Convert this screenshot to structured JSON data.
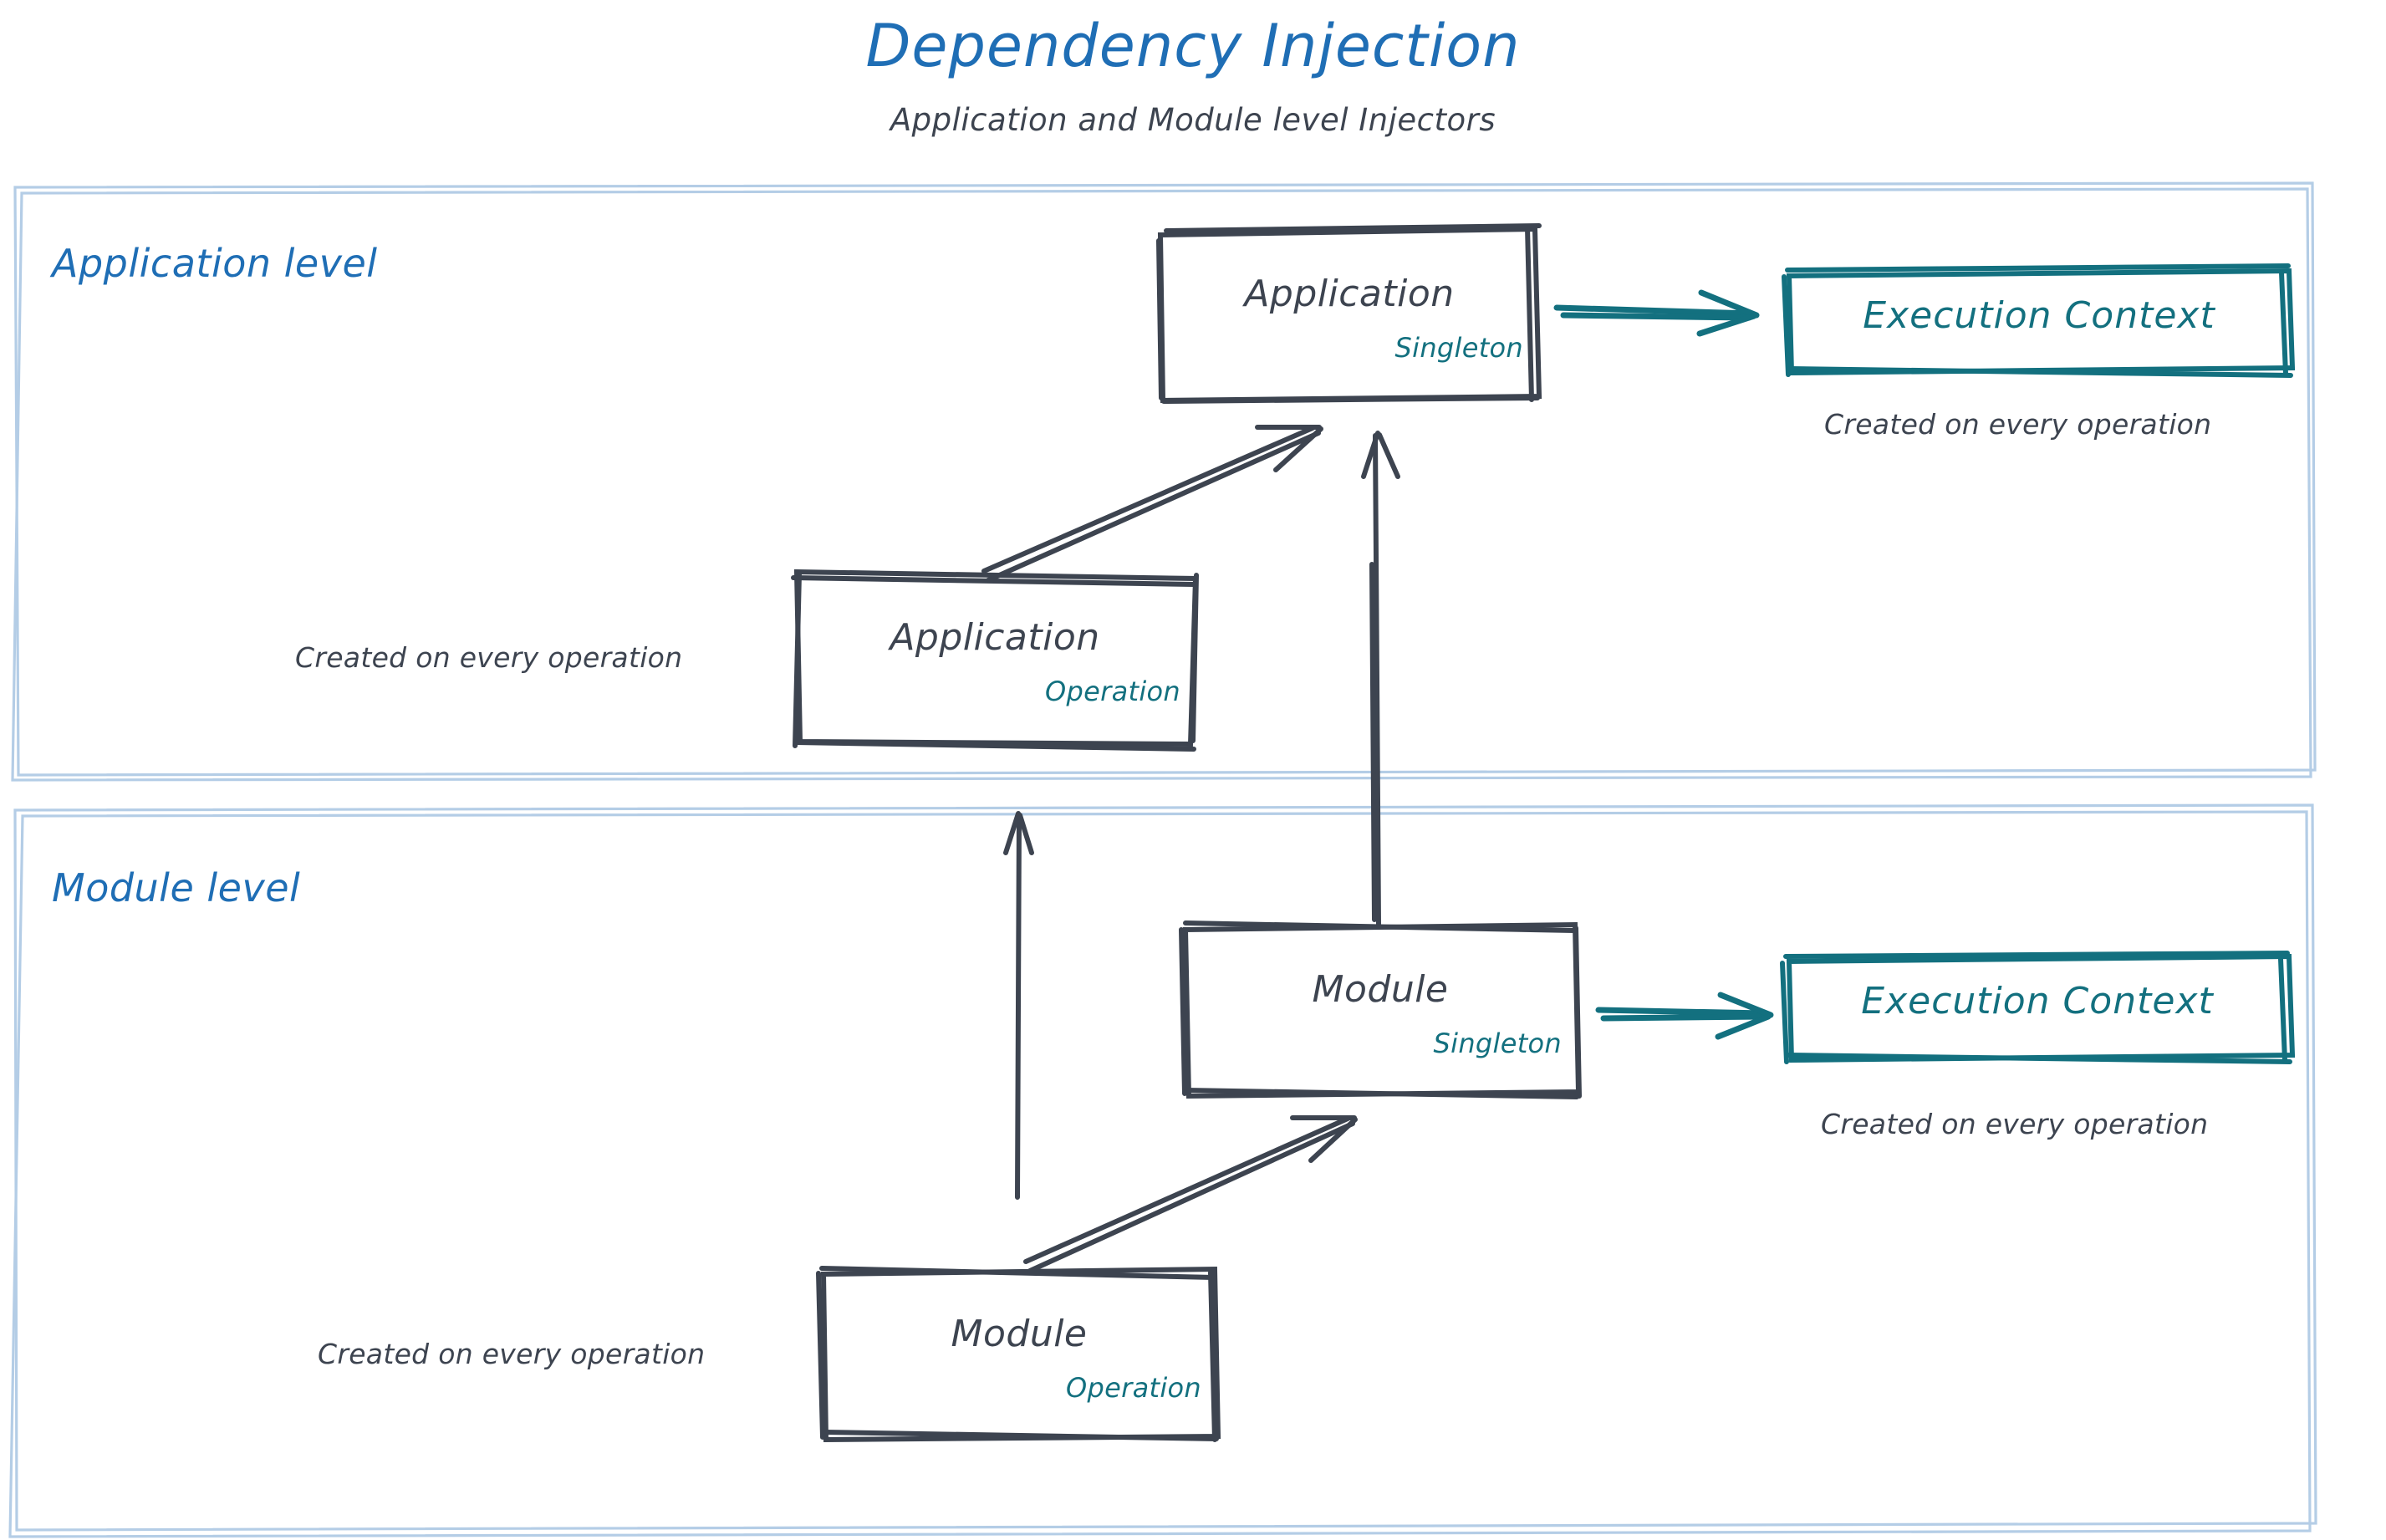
{
  "header": {
    "title": "Dependency Injection",
    "subtitle": "Application and Module level Injectors"
  },
  "colors": {
    "title_blue": "#1f6eb5",
    "lane_border": "#b4cde6",
    "node_stroke": "#3d4450",
    "node_text": "#3d4450",
    "accent_teal": "#13707f",
    "background": "#ffffff"
  },
  "lanes": [
    {
      "id": "application-level",
      "label": "Application level"
    },
    {
      "id": "module-level",
      "label": "Module level"
    }
  ],
  "nodes": {
    "application_singleton": {
      "title": "Application",
      "scope": "Singleton"
    },
    "application_operation": {
      "title": "Application",
      "scope": "Operation"
    },
    "module_singleton": {
      "title": "Module",
      "scope": "Singleton"
    },
    "module_operation": {
      "title": "Module",
      "scope": "Operation"
    },
    "execution_context_app": {
      "title": "Execution Context"
    },
    "execution_context_module": {
      "title": "Execution Context"
    }
  },
  "notes": {
    "app_ctx_note": "Created on every operation",
    "app_op_note": "Created on every operation",
    "module_ctx_note": "Created on every operation",
    "module_op_note": "Created on every operation"
  },
  "edges": [
    {
      "id": "app-singleton-to-execution-context",
      "from": "application_singleton",
      "to": "execution_context_app",
      "color": "#13707f"
    },
    {
      "id": "app-operation-to-app-singleton",
      "from": "application_operation",
      "to": "application_singleton",
      "color": "#3d4450"
    },
    {
      "id": "module-singleton-to-app-singleton",
      "from": "module_singleton",
      "to": "application_singleton",
      "color": "#3d4450"
    },
    {
      "id": "module-singleton-to-execution-context",
      "from": "module_singleton",
      "to": "execution_context_module",
      "color": "#13707f"
    },
    {
      "id": "module-operation-to-module-singleton",
      "from": "module_operation",
      "to": "module_singleton",
      "color": "#3d4450"
    },
    {
      "id": "module-operation-to-app-operation",
      "from": "module_operation",
      "to": "application_operation",
      "color": "#3d4450"
    }
  ]
}
